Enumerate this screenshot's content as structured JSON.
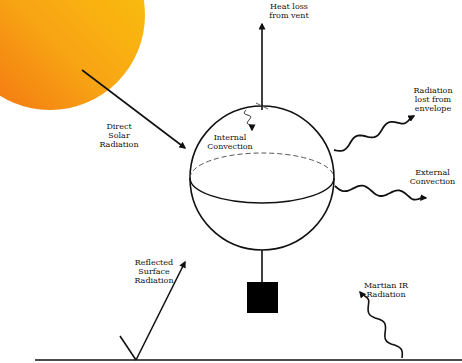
{
  "diagram": {
    "labels": [
      "Heat loss from vent",
      "Direct Solar Radiation",
      "Internal Convection",
      "Radiation lost from envelope",
      "External Convection",
      "Reflected Surface Radiation",
      "Martian IR Radiation"
    ]
  }
}
